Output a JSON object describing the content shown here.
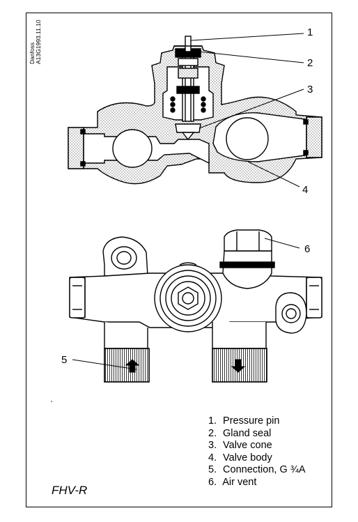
{
  "drawing_code": [
    "Danfoss",
    "A13G1993.11.10"
  ],
  "callouts": [
    "1",
    "2",
    "3",
    "4",
    "5",
    "6"
  ],
  "legend": [
    {
      "num": "1.",
      "label": "Pressure pin"
    },
    {
      "num": "2.",
      "label": "Gland seal"
    },
    {
      "num": "3.",
      "label": "Valve cone"
    },
    {
      "num": "4.",
      "label": "Valve body"
    },
    {
      "num": "5.",
      "label": "Connection, G ¾A"
    },
    {
      "num": "6.",
      "label": "Air vent"
    }
  ],
  "model": "FHV-R"
}
